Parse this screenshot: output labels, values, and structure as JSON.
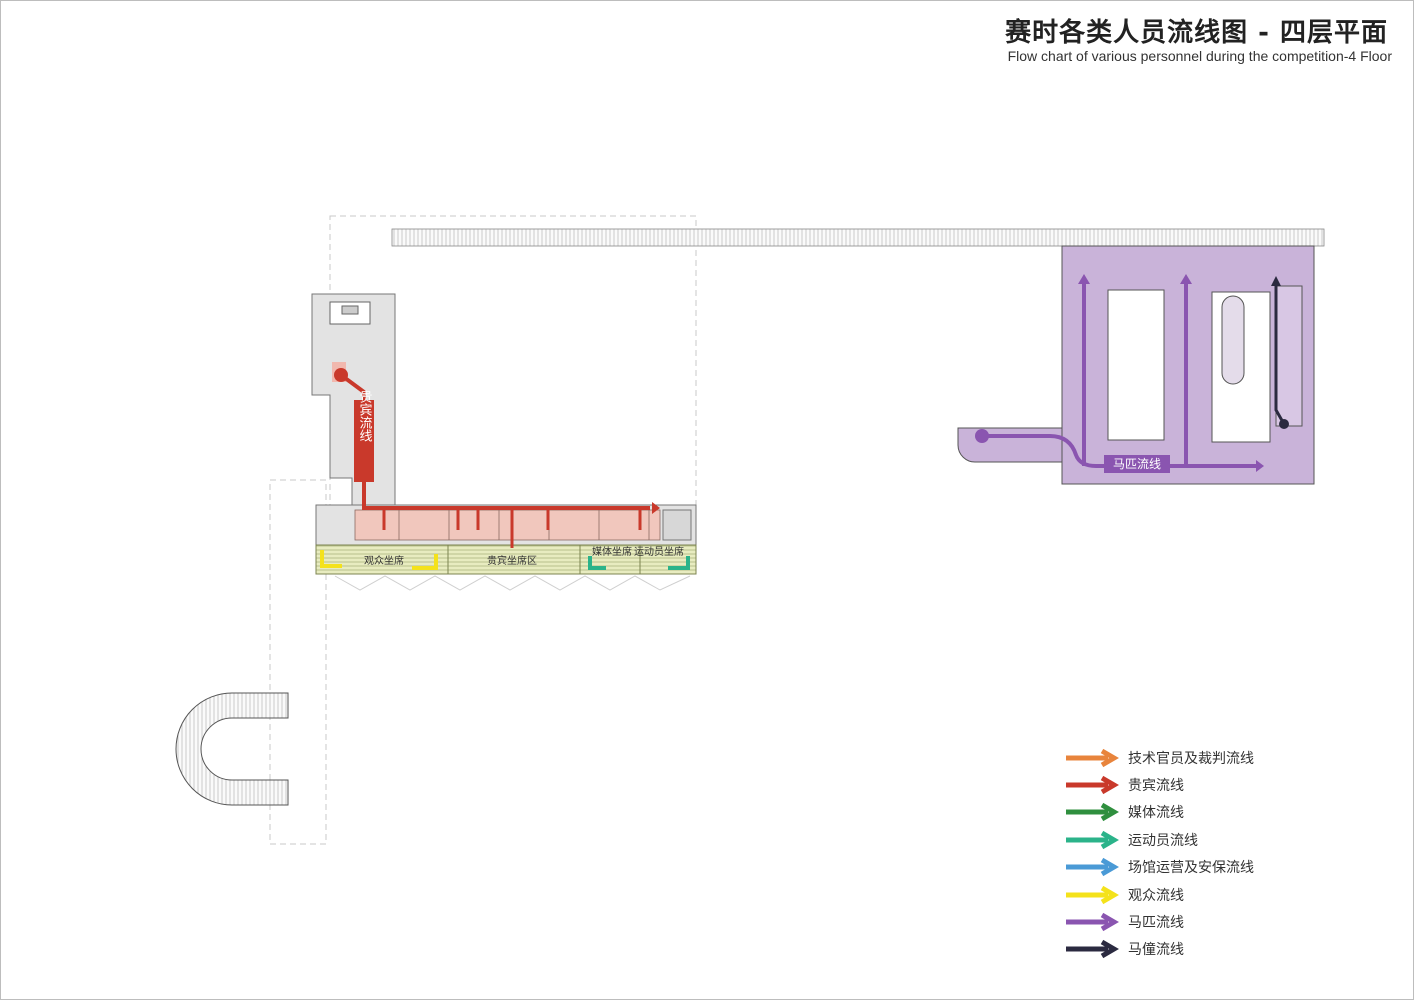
{
  "title": {
    "cn": "赛时各类人员流线图 - 四层平面",
    "en": "Flow chart of various personnel during the competition-4 Floor"
  },
  "plan_labels": {
    "vip_flow": "贵宾流线",
    "audience_seats": "观众坐席",
    "vip_seats": "贵宾坐席区",
    "media_seats": "媒体坐席",
    "athlete_seats": "运动员坐席",
    "horse_flow": "马匹流线"
  },
  "legend": [
    {
      "label": "技术官员及裁判流线",
      "color": "#e8843c"
    },
    {
      "label": "贵宾流线",
      "color": "#c9392b"
    },
    {
      "label": "媒体流线",
      "color": "#2f8f3e"
    },
    {
      "label": "运动员流线",
      "color": "#2bb38a"
    },
    {
      "label": "场馆运营及安保流线",
      "color": "#4a9ad6"
    },
    {
      "label": "观众流线",
      "color": "#f4e21b"
    },
    {
      "label": "马匹流线",
      "color": "#8a55b0"
    },
    {
      "label": "马僮流线",
      "color": "#2b2a40"
    }
  ],
  "colors": {
    "vip": "#c9392b",
    "audience": "#f4e21b",
    "athlete": "#2bb38a",
    "horse": "#8a55b0",
    "groom": "#2b2a40",
    "stable": "#c9b3d9"
  }
}
